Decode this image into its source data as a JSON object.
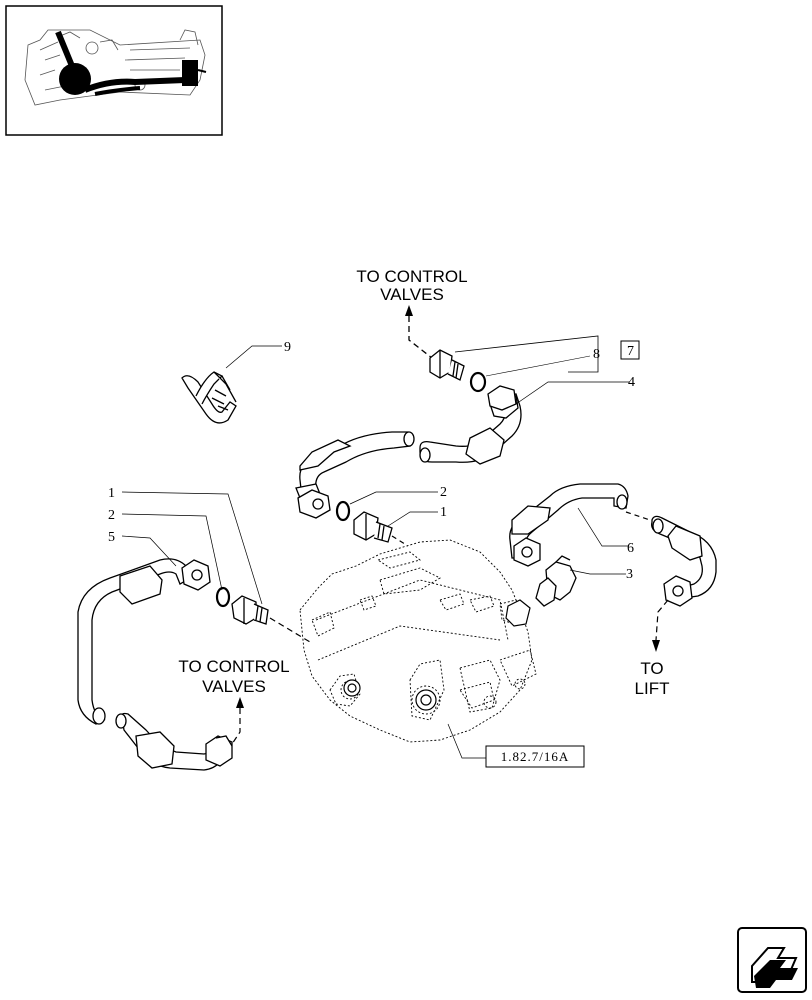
{
  "labels": {
    "to_control_valves_top_1": "TO CONTROL",
    "to_control_valves_top_2": "VALVES",
    "to_control_valves_left_1": "TO CONTROL",
    "to_control_valves_left_2": "VALVES",
    "to_lift_1": "TO",
    "to_lift_2": "LIFT"
  },
  "callouts": {
    "c1_left": "1",
    "c2_left": "2",
    "c5": "5",
    "c9": "9",
    "c8": "8",
    "c7": "7",
    "c4": "4",
    "c2_mid": "2",
    "c1_mid": "1",
    "c6": "6",
    "c3": "3"
  },
  "reference": "1.82.7/16A",
  "icons": {
    "thumbnail": "tractor-location-thumbnail",
    "navigation": "next-page-arrow-icon"
  }
}
